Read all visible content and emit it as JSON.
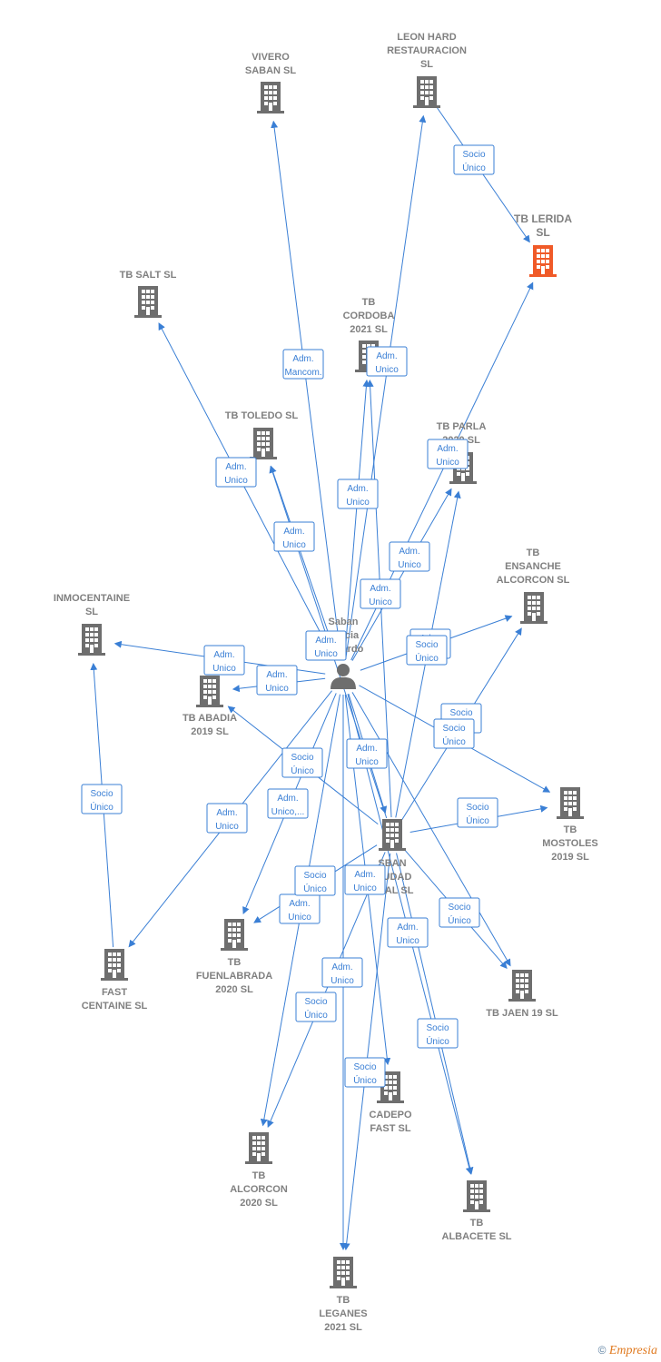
{
  "colors": {
    "edge": "#3a7fd5",
    "node": "#6e6e6e",
    "highlight": "#f05a28",
    "label": "#808080"
  },
  "nodes": [
    {
      "id": "vivero",
      "icon": "building-icon",
      "label": [
        "VIVERO",
        "SABAN  SL"
      ]
    },
    {
      "id": "leon",
      "icon": "building-icon",
      "label": [
        "LEON HARD",
        "RESTAURACION",
        "SL"
      ]
    },
    {
      "id": "lerida",
      "icon": "building-icon",
      "label": [
        "TB LERIDA",
        "SL"
      ],
      "highlight": true
    },
    {
      "id": "salt",
      "icon": "building-icon",
      "label": [
        "TB SALT  SL"
      ]
    },
    {
      "id": "cordoba",
      "icon": "building-icon",
      "label": [
        "TB",
        "CORDOBA",
        "2021  SL"
      ]
    },
    {
      "id": "toledo",
      "icon": "building-icon",
      "label": [
        "TB TOLEDO  SL"
      ]
    },
    {
      "id": "parla",
      "icon": "building-icon",
      "label": [
        "TB PARLA",
        "2020  SL"
      ]
    },
    {
      "id": "ensanche",
      "icon": "building-icon",
      "label": [
        "TB",
        "ENSANCHE",
        "ALCORCON  SL"
      ]
    },
    {
      "id": "inmocentaine",
      "icon": "building-icon",
      "label": [
        "INMOCENTAINE",
        "SL"
      ]
    },
    {
      "id": "person",
      "icon": "person-icon",
      "label": [
        "Saban",
        "Garcia",
        "Eduardo"
      ]
    },
    {
      "id": "abadia",
      "icon": "building-icon",
      "label": [
        "TB ABADIA",
        "2019  SL"
      ]
    },
    {
      "id": "mostoles",
      "icon": "building-icon",
      "label": [
        "TB",
        "MOSTOLES",
        "2019  SL"
      ]
    },
    {
      "id": "sban",
      "icon": "building-icon",
      "label": [
        "SBAN",
        "CIUDAD",
        "REAL  SL"
      ]
    },
    {
      "id": "fuenlabrada",
      "icon": "building-icon",
      "label": [
        "TB",
        "FUENLABRADA",
        "2020  SL"
      ]
    },
    {
      "id": "fast",
      "icon": "building-icon",
      "label": [
        "FAST",
        "CENTAINE SL"
      ]
    },
    {
      "id": "jaen",
      "icon": "building-icon",
      "label": [
        "TB JAEN 19  SL"
      ]
    },
    {
      "id": "cadepo",
      "icon": "building-icon",
      "label": [
        "CADEPO",
        "FAST SL"
      ]
    },
    {
      "id": "alcorcon",
      "icon": "building-icon",
      "label": [
        "TB",
        "ALCORCON",
        "2020  SL"
      ]
    },
    {
      "id": "albacete",
      "icon": "building-icon",
      "label": [
        "TB",
        "ALBACETE  SL"
      ]
    },
    {
      "id": "leganes",
      "icon": "building-icon",
      "label": [
        "TB",
        "LEGANES",
        "2021  SL"
      ]
    }
  ],
  "edges": [
    {
      "from": "leon",
      "to": "lerida",
      "label": [
        "Socio",
        "Único"
      ]
    },
    {
      "from": "person",
      "to": "vivero",
      "label": [
        "Adm.",
        "Mancom."
      ]
    },
    {
      "from": "person",
      "to": "leon",
      "label": [
        "Adm.",
        "Unico"
      ]
    },
    {
      "from": "person",
      "to": "cordoba",
      "label": [
        "Adm.",
        "Unico"
      ]
    },
    {
      "from": "person",
      "to": "salt",
      "label": [
        "Adm.",
        "Unico"
      ]
    },
    {
      "from": "person",
      "to": "toledo",
      "label": [
        "Adm.",
        "Unico"
      ]
    },
    {
      "from": "person",
      "to": "lerida",
      "label": [
        "Adm.",
        "Unico"
      ]
    },
    {
      "from": "person",
      "to": "parla",
      "label": [
        "Adm.",
        "Unico"
      ]
    },
    {
      "from": "person",
      "to": "ensanche",
      "label": [
        "Adm.",
        "Unico"
      ]
    },
    {
      "from": "person",
      "to": "inmocentaine",
      "label": [
        "Adm.",
        "Unico"
      ]
    },
    {
      "from": "person",
      "to": "abadia",
      "label": [
        "Adm.",
        "Unico"
      ]
    },
    {
      "from": "person",
      "to": "mostoles",
      "label": [
        "Adm.",
        "Unico"
      ]
    },
    {
      "from": "person",
      "to": "fast",
      "label": [
        "Adm.",
        "Unico,..."
      ]
    },
    {
      "from": "person",
      "to": "fuenlabrada",
      "label": [
        "Adm.",
        "Unico"
      ]
    },
    {
      "from": "person",
      "to": "sban",
      "label": [
        "Adm.",
        "Unico"
      ]
    },
    {
      "from": "person",
      "to": "jaen",
      "label": [
        "Adm.",
        "Unico"
      ]
    },
    {
      "from": "person",
      "to": "alcorcon",
      "label": [
        "Adm.",
        "Unico"
      ]
    },
    {
      "from": "person",
      "to": "albacete",
      "label": [
        "Adm.",
        "Unico"
      ]
    },
    {
      "from": "person",
      "to": "cadepo",
      "label": [
        "Adm.",
        "Unico"
      ]
    },
    {
      "from": "person",
      "to": "leganes",
      "label": [
        "Adm.",
        "Unico"
      ]
    },
    {
      "from": "sban",
      "to": "toledo",
      "label": [
        "Socio",
        "Único"
      ]
    },
    {
      "from": "sban",
      "to": "cordoba",
      "label": [
        "Socio",
        "Único"
      ]
    },
    {
      "from": "sban",
      "to": "parla",
      "label": [
        "Socio",
        "Único"
      ]
    },
    {
      "from": "sban",
      "to": "ensanche",
      "label": [
        "Socio",
        "Único"
      ]
    },
    {
      "from": "sban",
      "to": "abadia",
      "label": [
        "Socio",
        "Único"
      ]
    },
    {
      "from": "sban",
      "to": "mostoles",
      "label": [
        "Socio",
        "Único"
      ]
    },
    {
      "from": "sban",
      "to": "fuenlabrada",
      "label": [
        "Socio",
        "Único"
      ]
    },
    {
      "from": "sban",
      "to": "jaen",
      "label": [
        "Socio",
        "Único"
      ]
    },
    {
      "from": "sban",
      "to": "alcorcon",
      "label": [
        "Socio",
        "Único"
      ]
    },
    {
      "from": "sban",
      "to": "albacete",
      "label": [
        "Socio",
        "Único"
      ]
    },
    {
      "from": "sban",
      "to": "leganes",
      "label": [
        "Socio",
        "Único"
      ]
    },
    {
      "from": "fast",
      "to": "inmocentaine",
      "label": [
        "Socio",
        "Único"
      ]
    }
  ],
  "footer": {
    "copyright": "©",
    "brand": "Empresia"
  }
}
